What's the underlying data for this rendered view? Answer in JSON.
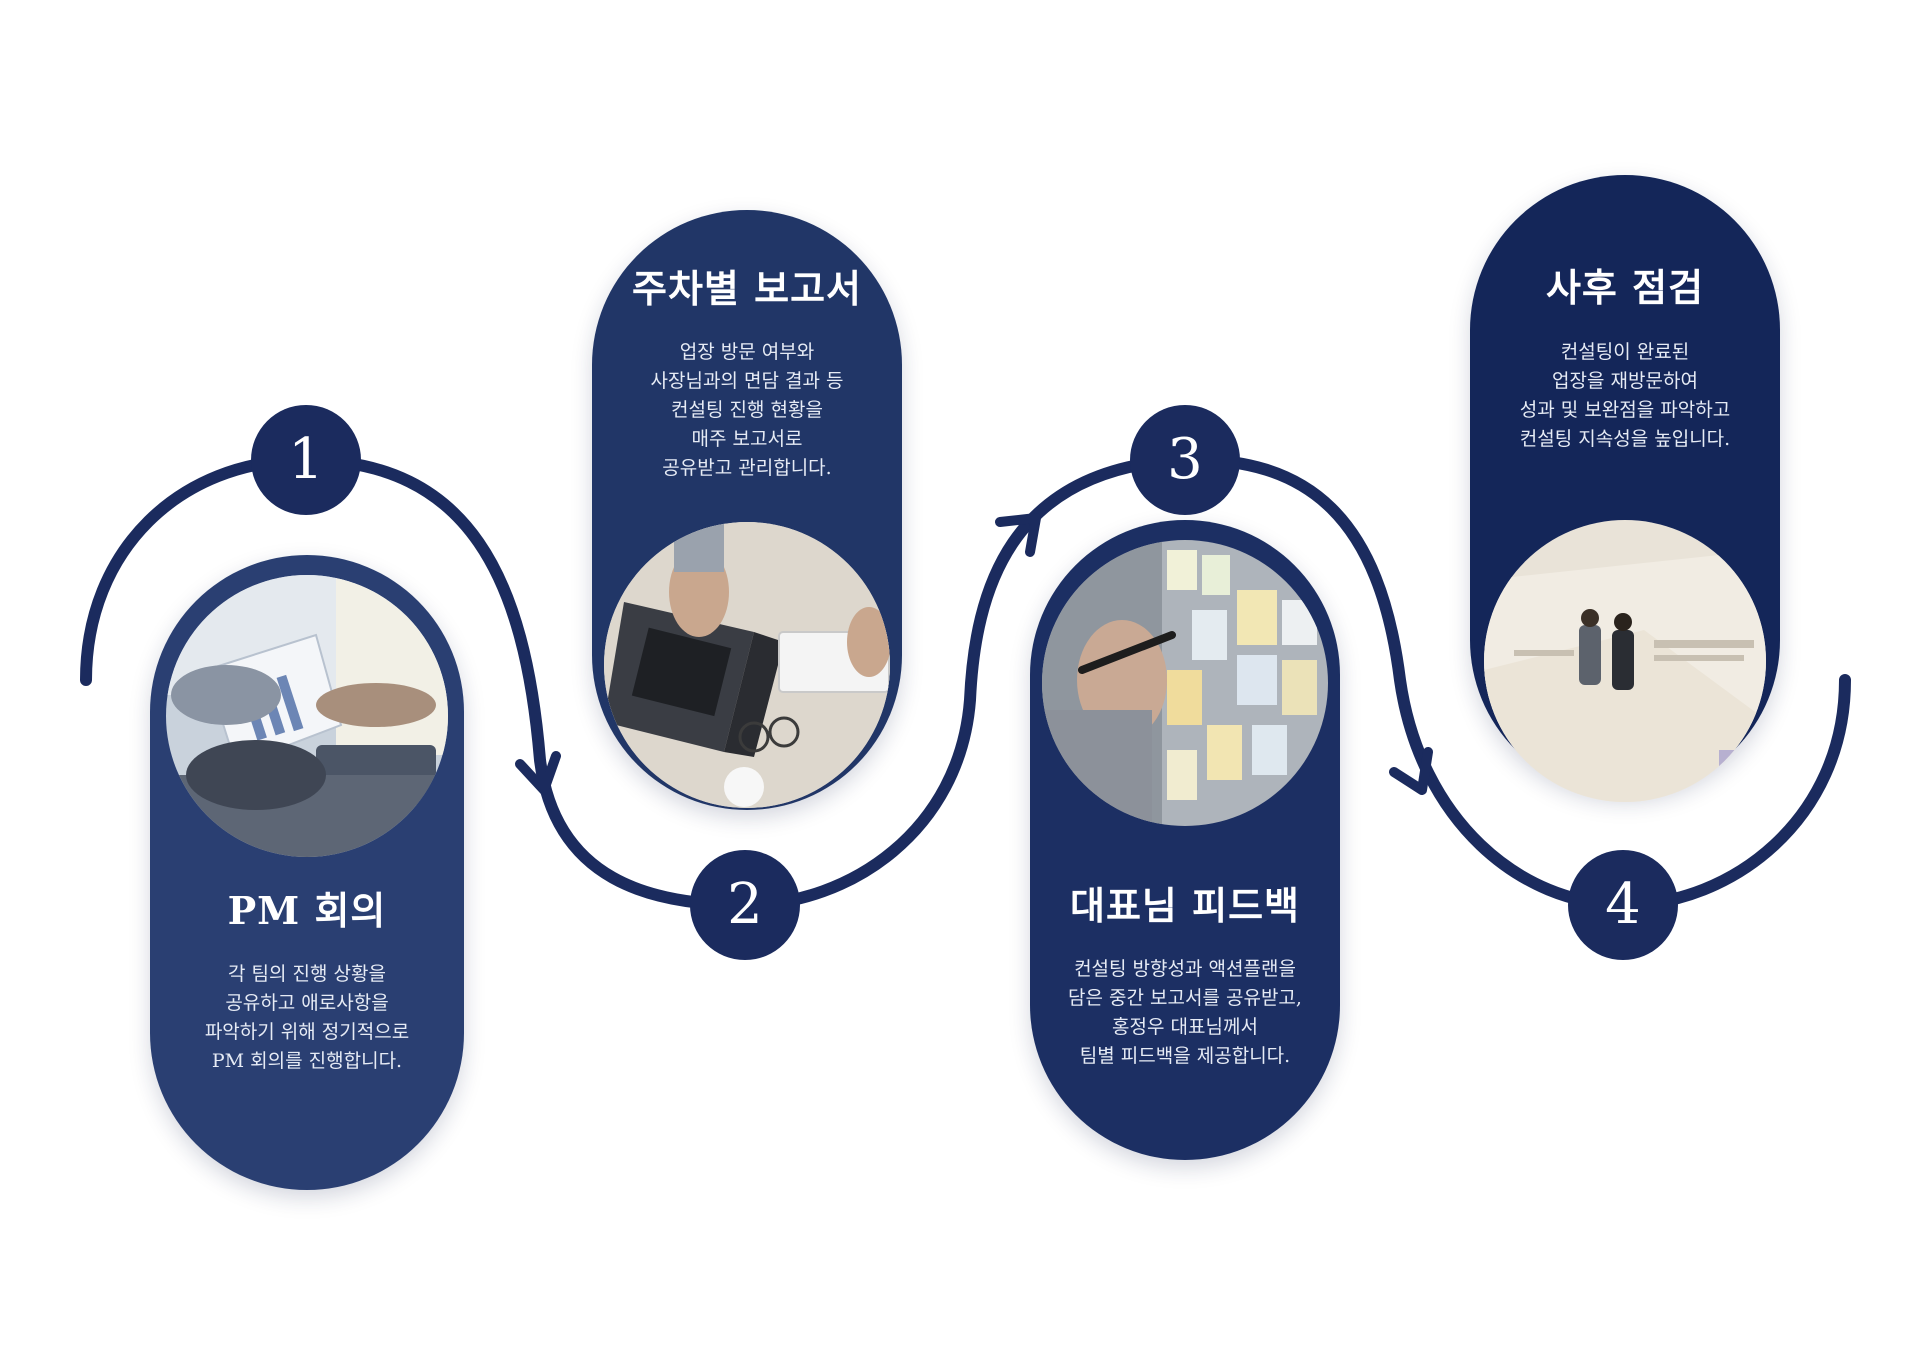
{
  "colors": {
    "navy": "#1b2b5e",
    "card_1": "#2a3f72",
    "card_2": "#213667",
    "card_3": "#1c2f63",
    "card_4": "#142659",
    "text_light": "#e6ebf5"
  },
  "steps": [
    {
      "number": "1",
      "title": "PM 회의",
      "description": "각 팀의 진행 상황을\n공유하고 애로사항을\n파악하기 위해 정기적으로\nPM 회의를 진행합니다.",
      "image": "business-meeting-chart-photo"
    },
    {
      "number": "2",
      "title": "주차별 보고서",
      "description": "업장 방문 여부와\n사장님과의 면담 결과 등\n컨설팅 진행 현황을\n매주 보고서로\n공유받고 관리합니다.",
      "image": "laptop-desk-photo"
    },
    {
      "number": "3",
      "title": "대표님 피드백",
      "description": "컨설팅 방향성과 액션플랜을\n담은 중간 보고서를 공유받고,\n홍정우 대표님께서\n팀별 피드백을 제공합니다.",
      "image": "sticky-notes-pen-photo"
    },
    {
      "number": "4",
      "title": "사후 점검",
      "description": "컨설팅이 완료된\n업장을 재방문하여\n성과 및 보완점을 파악하고\n컨설팅 지속성을 높입니다.",
      "image": "handshake-figurines-photo"
    }
  ]
}
